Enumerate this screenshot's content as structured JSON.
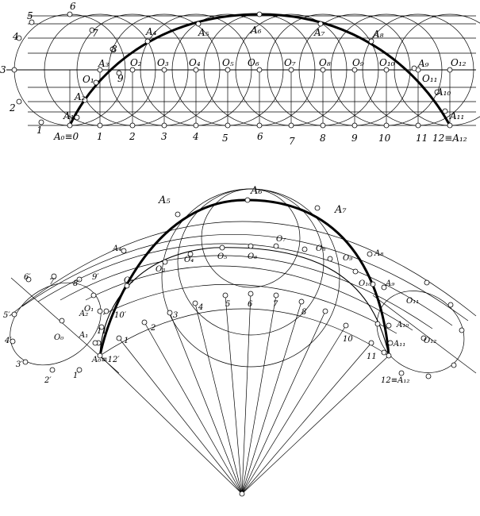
{
  "top": {
    "labels": {
      "a0": "A₀≡0",
      "a1": "A₁",
      "a2": "A₂",
      "a3": "A₃",
      "a4": "A₄",
      "a5": "A₅",
      "a6": "A₆",
      "a7": "A₇",
      "a8": "A₈",
      "a9": "A₉",
      "a10": "A₁₀",
      "a11": "A₁₁",
      "a12": "12≡A₁₂",
      "o1": "O₁",
      "o2": "O₂",
      "o3": "O₃",
      "o4": "O₄",
      "o5": "O₅",
      "o6": "O₆",
      "o7": "O₇",
      "o8": "O₈",
      "o9": "O₉",
      "o10": "O₁₀",
      "o11": "O₁₁",
      "o12": "O₁₂",
      "c1": "1",
      "c2": "2",
      "c3": "3",
      "c4": "4",
      "c5": "5",
      "c6": "6",
      "c7": "7",
      "c8": "8",
      "c9": "9",
      "b1": "1",
      "b2": "2",
      "b3": "3",
      "b4": "4",
      "b5": "5",
      "b6": "6",
      "b7": "7",
      "b8": "8",
      "b9": "9",
      "b10": "10",
      "b11": "11"
    }
  },
  "bottom": {
    "labels": {
      "a0": "A₀≡12′",
      "a1": "A₁",
      "a2": "A₂",
      "a3": "A₃",
      "a4": "A₄",
      "a5": "A₅",
      "a6": "A₆",
      "a7": "A₇",
      "a8": "A₈",
      "a9": "A₉",
      "a10": "A₁₀",
      "a11": "A₁₁",
      "a12": "12≡A₁₂",
      "o0": "O₀",
      "o1": "O₁",
      "o2": "O₂",
      "o3": "O₃",
      "o4": "O₄",
      "o5": "O₅",
      "o6": "O₆",
      "o7": "O₇",
      "o8": "O₈",
      "o9": "O₉",
      "o10": "O₁₀",
      "o11": "O₁₁",
      "o12": "O₁₂",
      "p1": "1′",
      "p2": "2′",
      "p3": "3′",
      "p4": "4′",
      "p5": "5′",
      "p6": "6′",
      "p7": "7′",
      "p8": "8′",
      "p9": "9′",
      "p10": "10′",
      "p11": "11′",
      "n1": "1",
      "n2": "2",
      "n3": "3",
      "n4": "4",
      "n5": "5",
      "n6": "6",
      "n7": "7",
      "n8": "8",
      "n10": "10",
      "n11": "11"
    }
  }
}
